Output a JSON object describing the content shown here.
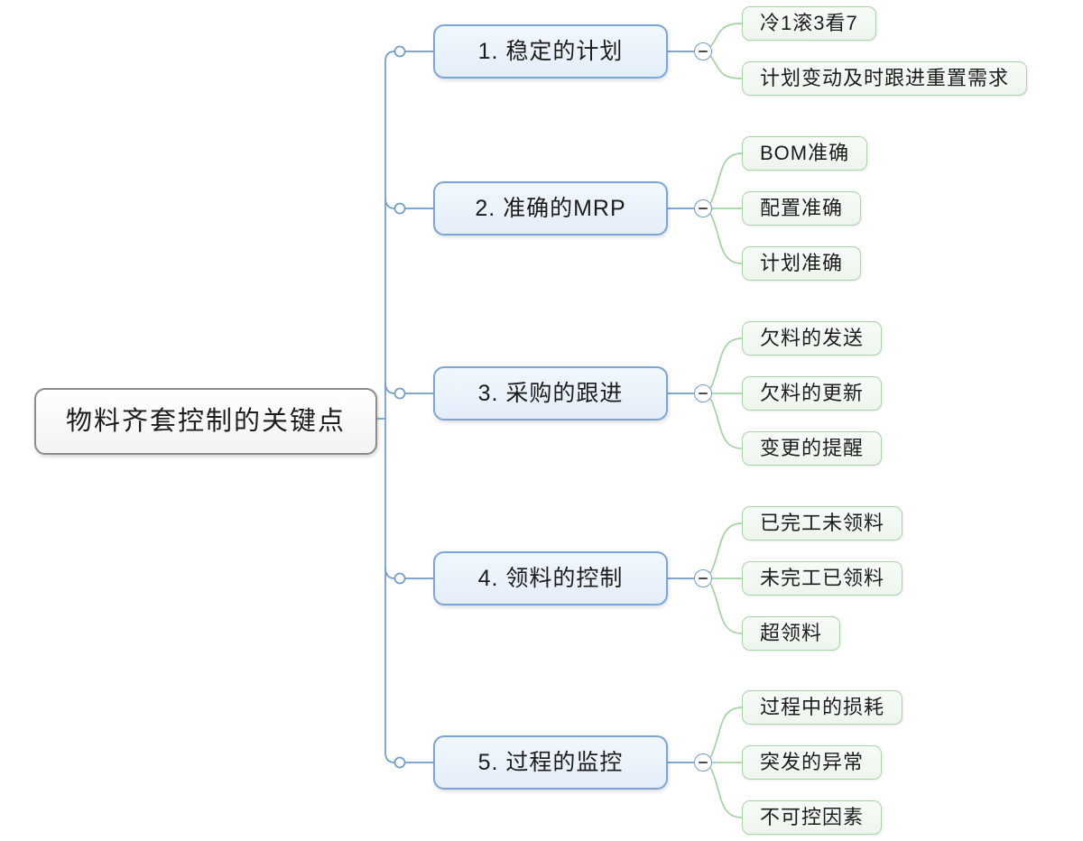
{
  "root": {
    "label": "物料齐套控制的关键点"
  },
  "branches": [
    {
      "label": "1. 稳定的计划",
      "collapse_icon": "minus",
      "children": [
        "冷1滚3看7",
        "计划变动及时跟进重置需求"
      ]
    },
    {
      "label": "2. 准确的MRP",
      "collapse_icon": "minus",
      "children": [
        "BOM准确",
        "配置准确",
        "计划准确"
      ]
    },
    {
      "label": "3. 采购的跟进",
      "collapse_icon": "minus",
      "children": [
        "欠料的发送",
        "欠料的更新",
        "变更的提醒"
      ]
    },
    {
      "label": "4. 领料的控制",
      "collapse_icon": "minus",
      "children": [
        "已完工未领料",
        "未完工已领料",
        "超领料"
      ]
    },
    {
      "label": "5. 过程的监控",
      "collapse_icon": "minus",
      "children": [
        "过程中的损耗",
        "突发的异常",
        "不可控因素"
      ]
    }
  ],
  "colors": {
    "background": "#ffffff",
    "root_border": "#8b8b8b",
    "root_fill": "#f8f8f8",
    "branch_border": "#7aa5d6",
    "branch_fill": "#e9f1fa",
    "branch_line": "#6f9ccc",
    "child_border": "#a9d4a9",
    "child_fill": "#f1f9f1",
    "child_line": "#a3d3a3",
    "collapse_minus": "#4a4a4a",
    "text": "#1c1c1c"
  }
}
